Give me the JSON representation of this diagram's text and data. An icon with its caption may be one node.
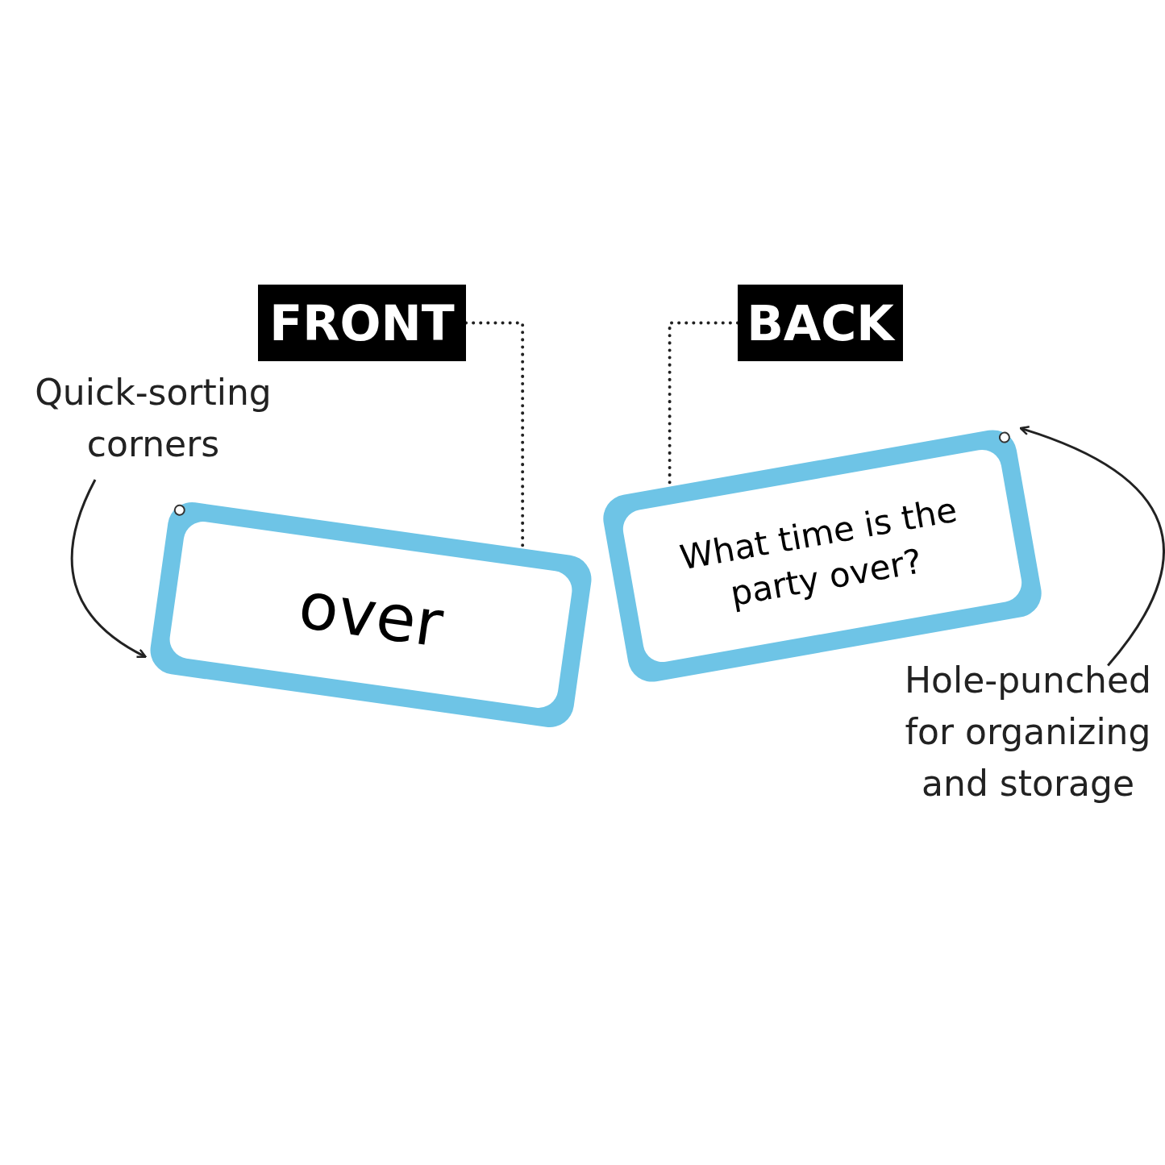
{
  "diagram": {
    "nodes": [
      {
        "text": [
          "FRONT"
        ]
      },
      {
        "text": [
          "BACK"
        ]
      },
      {
        "text": [
          "over"
        ]
      },
      {
        "text": [
          "What time is the party over?"
        ]
      },
      {
        "text": [
          "Quick-sorting corners"
        ]
      },
      {
        "text": [
          "Hole-punched for organizing and storage"
        ]
      }
    ],
    "edges": [
      {
        "from": 0,
        "to": 2,
        "arrow": "none",
        "style": "dashed"
      },
      {
        "from": 1,
        "to": 3,
        "arrow": "none",
        "style": "dashed"
      },
      {
        "from": 4,
        "to": 2,
        "arrow": "to"
      },
      {
        "from": 5,
        "to": 3,
        "arrow": "to"
      }
    ]
  }
}
